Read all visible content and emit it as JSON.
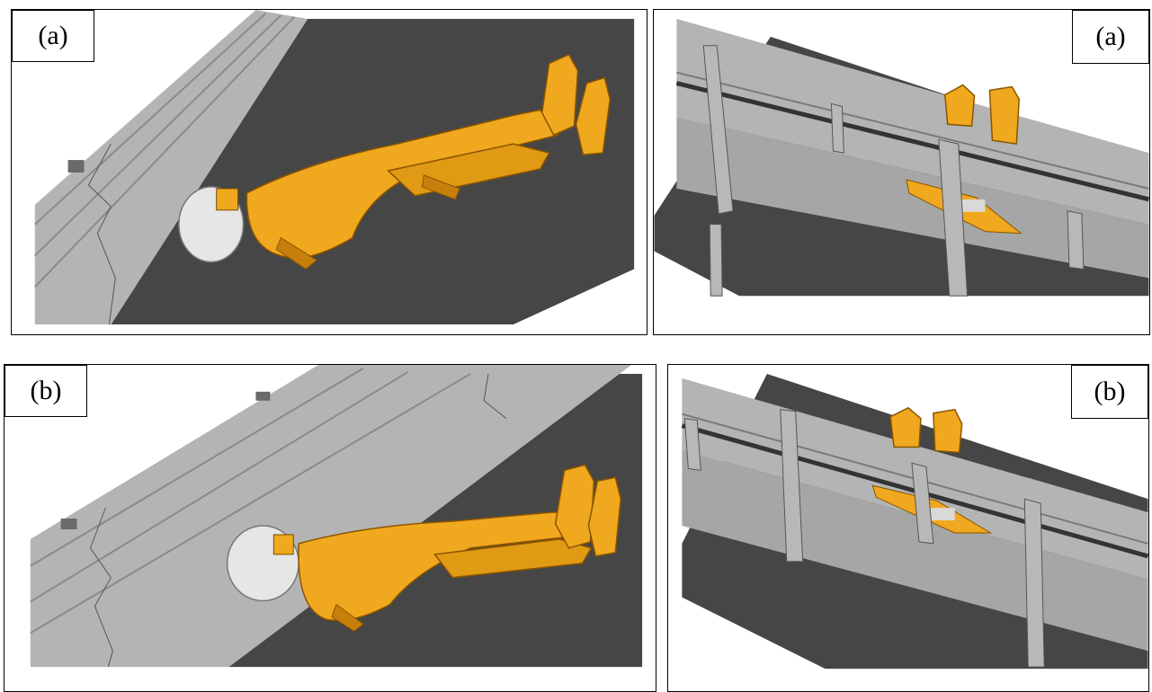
{
  "panels": [
    {
      "id": "top-left",
      "label": "(a)"
    },
    {
      "id": "top-right",
      "label": "(a)"
    },
    {
      "id": "bottom-left",
      "label": "(b)"
    },
    {
      "id": "bottom-right",
      "label": "(b)"
    }
  ],
  "colors": {
    "floor": "#464646",
    "barrier": "#b4b4b4",
    "barrier_dark": "#8c8c8c",
    "dummy": "#f0a81e",
    "dummy_shadow": "#c77f0c",
    "helmet": "#e6e6e6"
  }
}
